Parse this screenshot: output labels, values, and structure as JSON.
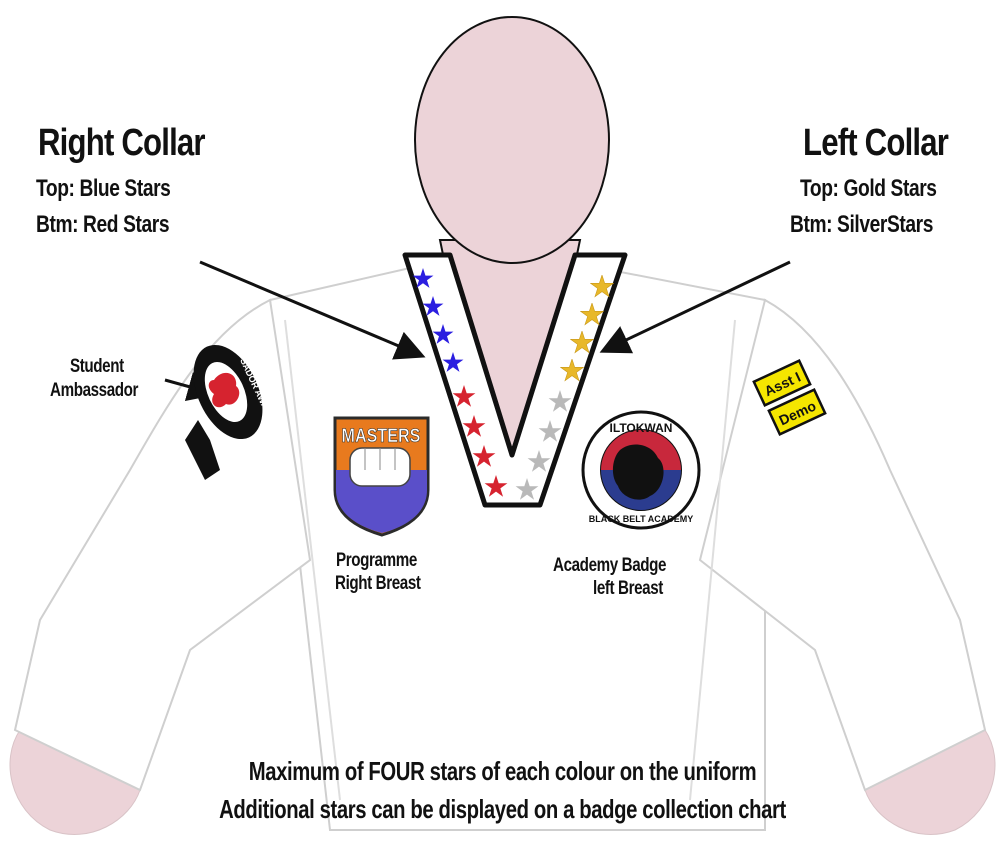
{
  "right_collar": {
    "title": "Right Collar",
    "top": "Top: Blue Stars",
    "bottom": "Btm: Red Stars"
  },
  "left_collar": {
    "title": "Left Collar",
    "top": "Top: Gold Stars",
    "bottom": "Btm: SilverStars"
  },
  "ambassador": {
    "label_line1": "Student",
    "label_line2": "Ambassador",
    "patch_text": "SADOR AWARD"
  },
  "programme_badge": {
    "patch_text": "MASTERS",
    "label_line1": "Programme",
    "label_line2": "Right Breast"
  },
  "academy_badge": {
    "patch_top": "ILTOKWAN",
    "patch_bottom": "BLACK BELT ACADEMY",
    "label_line1": "Academy Badge",
    "label_line2": "left Breast"
  },
  "sleeve_tags": {
    "tag1": "Asst I",
    "tag2": "Demo"
  },
  "footer": {
    "line1": "Maximum of FOUR stars of each colour on the uniform",
    "line2": "Additional stars can be displayed on a badge collection chart"
  },
  "colors": {
    "skin": "#ecd3d8",
    "uniform": "#ffffff",
    "blue_star": "#2b1ee0",
    "red_star": "#d6232f",
    "gold_star": "#e8b82a",
    "silver_star": "#b9b9b9",
    "tag_yellow": "#f5e600"
  }
}
